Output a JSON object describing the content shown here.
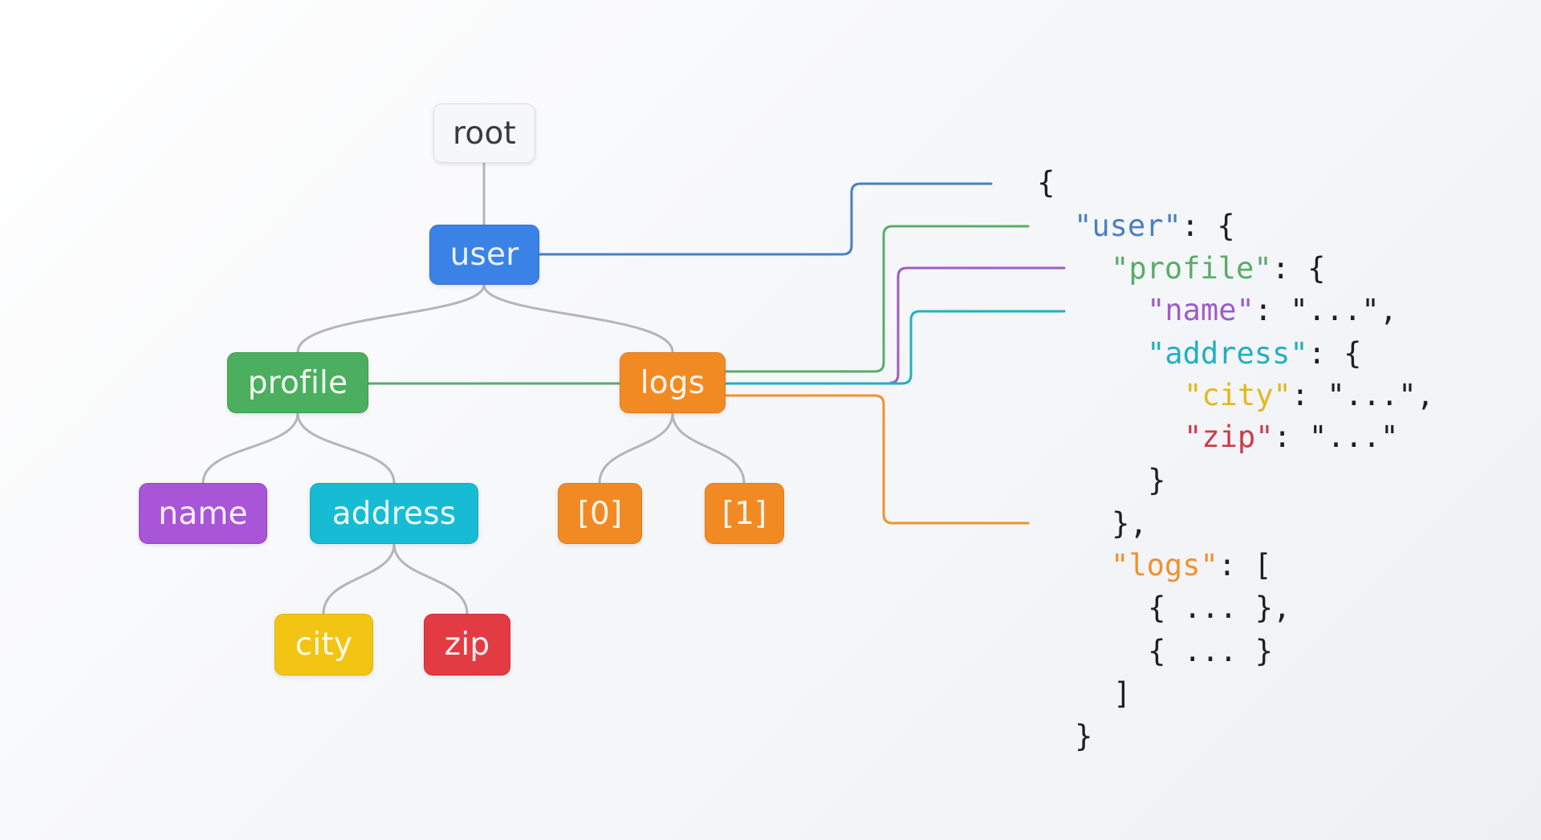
{
  "diagram": {
    "type": "json-tree-mapping",
    "nodes": {
      "root": "root",
      "user": "user",
      "profile": "profile",
      "logs": "logs",
      "name": "name",
      "address": "address",
      "log0": "[0]",
      "log1": "[1]",
      "city": "city",
      "zip": "zip"
    },
    "edges": [
      [
        "root",
        "user"
      ],
      [
        "user",
        "profile"
      ],
      [
        "user",
        "logs"
      ],
      [
        "profile",
        "name"
      ],
      [
        "profile",
        "address"
      ],
      [
        "address",
        "city"
      ],
      [
        "address",
        "zip"
      ],
      [
        "logs",
        "log0"
      ],
      [
        "logs",
        "log1"
      ]
    ],
    "colors": {
      "user": "#3b82e6",
      "profile": "#4caf5f",
      "name": "#a855d8",
      "address": "#17bcd4",
      "city": "#f2c414",
      "zip": "#e23b43",
      "logs": "#f28a24",
      "edge": "#b3b5b9"
    }
  },
  "code": {
    "lines": [
      {
        "id": "open",
        "pre": "{",
        "key": "",
        "post": ""
      },
      {
        "id": "user",
        "pre": "",
        "key": "\"user\"",
        "post": ": {"
      },
      {
        "id": "profile",
        "pre": "",
        "key": "\"profile\"",
        "post": ": {"
      },
      {
        "id": "name",
        "pre": "",
        "key": "\"name\"",
        "post": ": \"...\","
      },
      {
        "id": "address",
        "pre": "",
        "key": "\"address\"",
        "post": ": {"
      },
      {
        "id": "city",
        "pre": "",
        "key": "\"city\"",
        "post": ": \"...\","
      },
      {
        "id": "zip",
        "pre": "",
        "key": "\"zip\"",
        "post": ": \"...\""
      },
      {
        "id": "close-address",
        "pre": "}",
        "key": "",
        "post": ""
      },
      {
        "id": "close-profile",
        "pre": "},",
        "key": "",
        "post": ""
      },
      {
        "id": "logs",
        "pre": "",
        "key": "\"logs\"",
        "post": ": ["
      },
      {
        "id": "item0",
        "pre": "{ ... },",
        "key": "",
        "post": ""
      },
      {
        "id": "item1",
        "pre": "{ ... }",
        "key": "",
        "post": ""
      },
      {
        "id": "close-logs",
        "pre": "]",
        "key": "",
        "post": ""
      },
      {
        "id": "close-root",
        "pre": "}",
        "key": "",
        "post": ""
      }
    ]
  }
}
